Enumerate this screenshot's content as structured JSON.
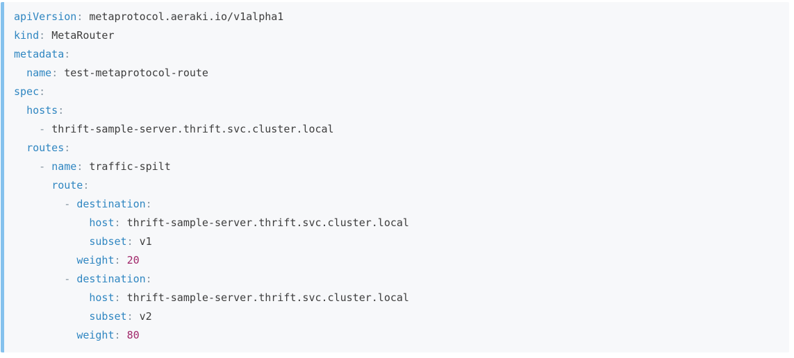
{
  "code_block": {
    "language": "yaml",
    "background": "#f7f8fa",
    "border_left_color": "#85c1ed",
    "syntax_colors": {
      "key": "#2f86c1",
      "punctuation": "#8494a0",
      "value": "#3d3d3d",
      "number": "#a02669"
    },
    "lines": [
      {
        "indent": 0,
        "key": "apiVersion",
        "value": "metaprotocol.aeraki.io/v1alpha1"
      },
      {
        "indent": 0,
        "key": "kind",
        "value": "MetaRouter"
      },
      {
        "indent": 0,
        "key": "metadata",
        "value": ""
      },
      {
        "indent": 2,
        "key": "name",
        "value": "test-metaprotocol-route"
      },
      {
        "indent": 0,
        "key": "spec",
        "value": ""
      },
      {
        "indent": 2,
        "key": "hosts",
        "value": ""
      },
      {
        "indent": 4,
        "dash": true,
        "value": "thrift-sample-server.thrift.svc.cluster.local"
      },
      {
        "indent": 2,
        "key": "routes",
        "value": ""
      },
      {
        "indent": 4,
        "dash": true,
        "key": "name",
        "value": "traffic-spilt"
      },
      {
        "indent": 6,
        "key": "route",
        "value": ""
      },
      {
        "indent": 8,
        "dash": true,
        "key": "destination",
        "value": ""
      },
      {
        "indent": 12,
        "key": "host",
        "value": "thrift-sample-server.thrift.svc.cluster.local"
      },
      {
        "indent": 12,
        "key": "subset",
        "value": "v1"
      },
      {
        "indent": 10,
        "key": "weight",
        "value": "20",
        "number": true
      },
      {
        "indent": 8,
        "dash": true,
        "key": "destination",
        "value": ""
      },
      {
        "indent": 12,
        "key": "host",
        "value": "thrift-sample-server.thrift.svc.cluster.local"
      },
      {
        "indent": 12,
        "key": "subset",
        "value": "v2"
      },
      {
        "indent": 10,
        "key": "weight",
        "value": "80",
        "number": true
      }
    ]
  }
}
